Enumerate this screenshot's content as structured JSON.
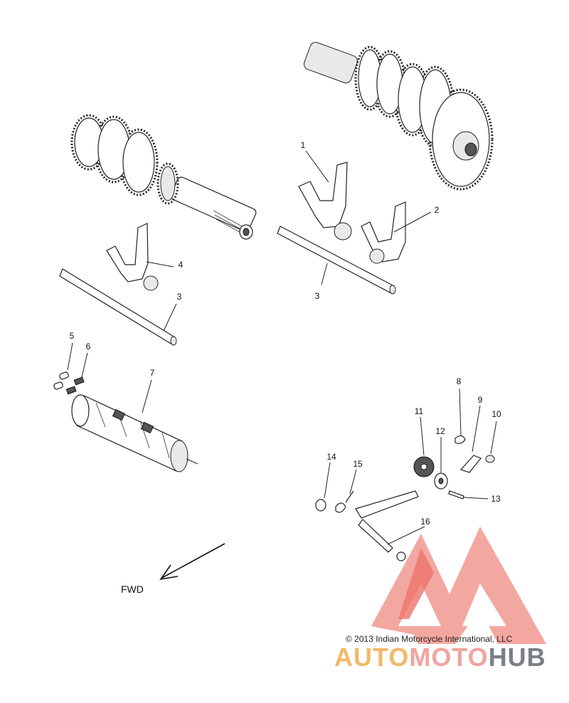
{
  "callouts": {
    "c1": "1",
    "c2": "2",
    "c3a": "3",
    "c3b": "3",
    "c4": "4",
    "c5": "5",
    "c6": "6",
    "c7": "7",
    "c8": "8",
    "c9": "9",
    "c10": "10",
    "c11": "11",
    "c12": "12",
    "c13": "13",
    "c14": "14",
    "c15": "15",
    "c16": "16"
  },
  "direction_label": "FWD",
  "copyright": "© 2013 Indian Motorcycle International, LLC",
  "watermark": {
    "part1": "AUTO",
    "part2": "MOTO",
    "part3": "HUB"
  },
  "colors": {
    "logo_red": "#e8463c",
    "logo_pink": "#f5a39c",
    "auto": "#f2b968",
    "moto": "#f0a5a0",
    "hub": "#7a7f87"
  }
}
